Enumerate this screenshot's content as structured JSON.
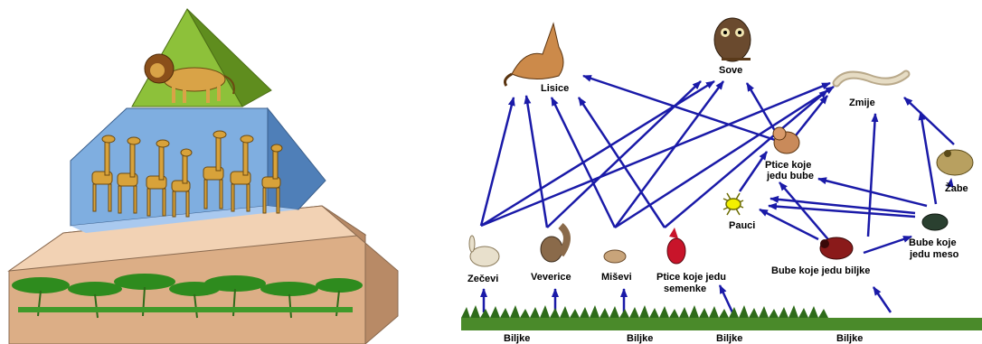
{
  "pyramid": {
    "levels": [
      {
        "name": "top",
        "animal": "lion",
        "color": "#7aab2b"
      },
      {
        "name": "middle",
        "animal": "giraffe",
        "color": "#6f9ed4",
        "count": 7
      },
      {
        "name": "bottom",
        "animal": "acacia-trees",
        "color": "#e6b892"
      }
    ]
  },
  "web": {
    "arrow_color": "#1a1aa8",
    "nodes": {
      "lisice": {
        "label": "Lisice",
        "icon": "fox-icon"
      },
      "sove": {
        "label": "Sove",
        "icon": "owl-icon"
      },
      "zmije": {
        "label": "Zmije",
        "icon": "snake-icon"
      },
      "ptice_bube": {
        "label1": "Ptice koje",
        "label2": "jedu bube",
        "icon": "bird-icon"
      },
      "zabe": {
        "label": "Žabe",
        "icon": "frog-icon"
      },
      "pauci": {
        "label": "Pauci",
        "icon": "spider-icon"
      },
      "bube_meso": {
        "label1": "Bube koje",
        "label2": "jedu meso",
        "icon": "beetle-icon"
      },
      "bube_biljke": {
        "label": "Bube koje jedu biljke",
        "icon": "beetle-icon"
      },
      "zecevi": {
        "label": "Zečevi",
        "icon": "rabbit-icon"
      },
      "veverice": {
        "label": "Veverice",
        "icon": "squirrel-icon"
      },
      "misevi": {
        "label": "Miševi",
        "icon": "mouse-icon"
      },
      "ptice_semenke": {
        "label1": "Ptice koje jedu",
        "label2": "semenke",
        "icon": "cardinal-icon"
      }
    },
    "plants": [
      "Biljke",
      "Biljke",
      "Biljke",
      "Biljke"
    ]
  }
}
